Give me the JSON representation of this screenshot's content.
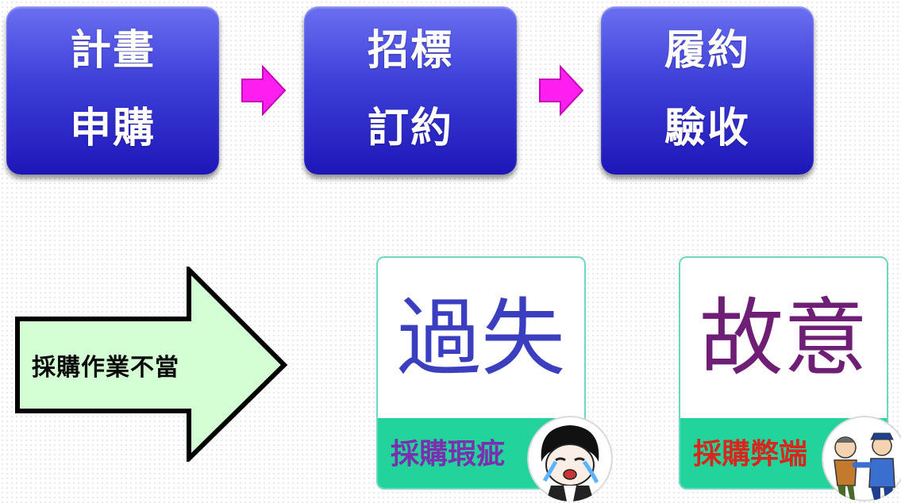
{
  "flow": {
    "steps": [
      {
        "line1": "計畫",
        "line2": "申購"
      },
      {
        "line1": "招標",
        "line2": "訂約"
      },
      {
        "line1": "履約",
        "line2": "驗收"
      }
    ],
    "arrow_color": "#ff1ef0",
    "box_color": "#2a22c4"
  },
  "cause": {
    "label": "採購作業不當",
    "fill_color": "#d4ffd4"
  },
  "outcomes": [
    {
      "title": "過失",
      "subtitle": "採購瑕疵",
      "title_color": "#3b3fbf",
      "subtitle_color": "#7b2fb0",
      "illustration": "crying-cartoon-icon"
    },
    {
      "title": "故意",
      "subtitle": "採購弊端",
      "title_color": "#6e1e75",
      "subtitle_color": "#d8261c",
      "illustration": "police-arrest-icon"
    }
  ],
  "band_color": "#22d39c"
}
